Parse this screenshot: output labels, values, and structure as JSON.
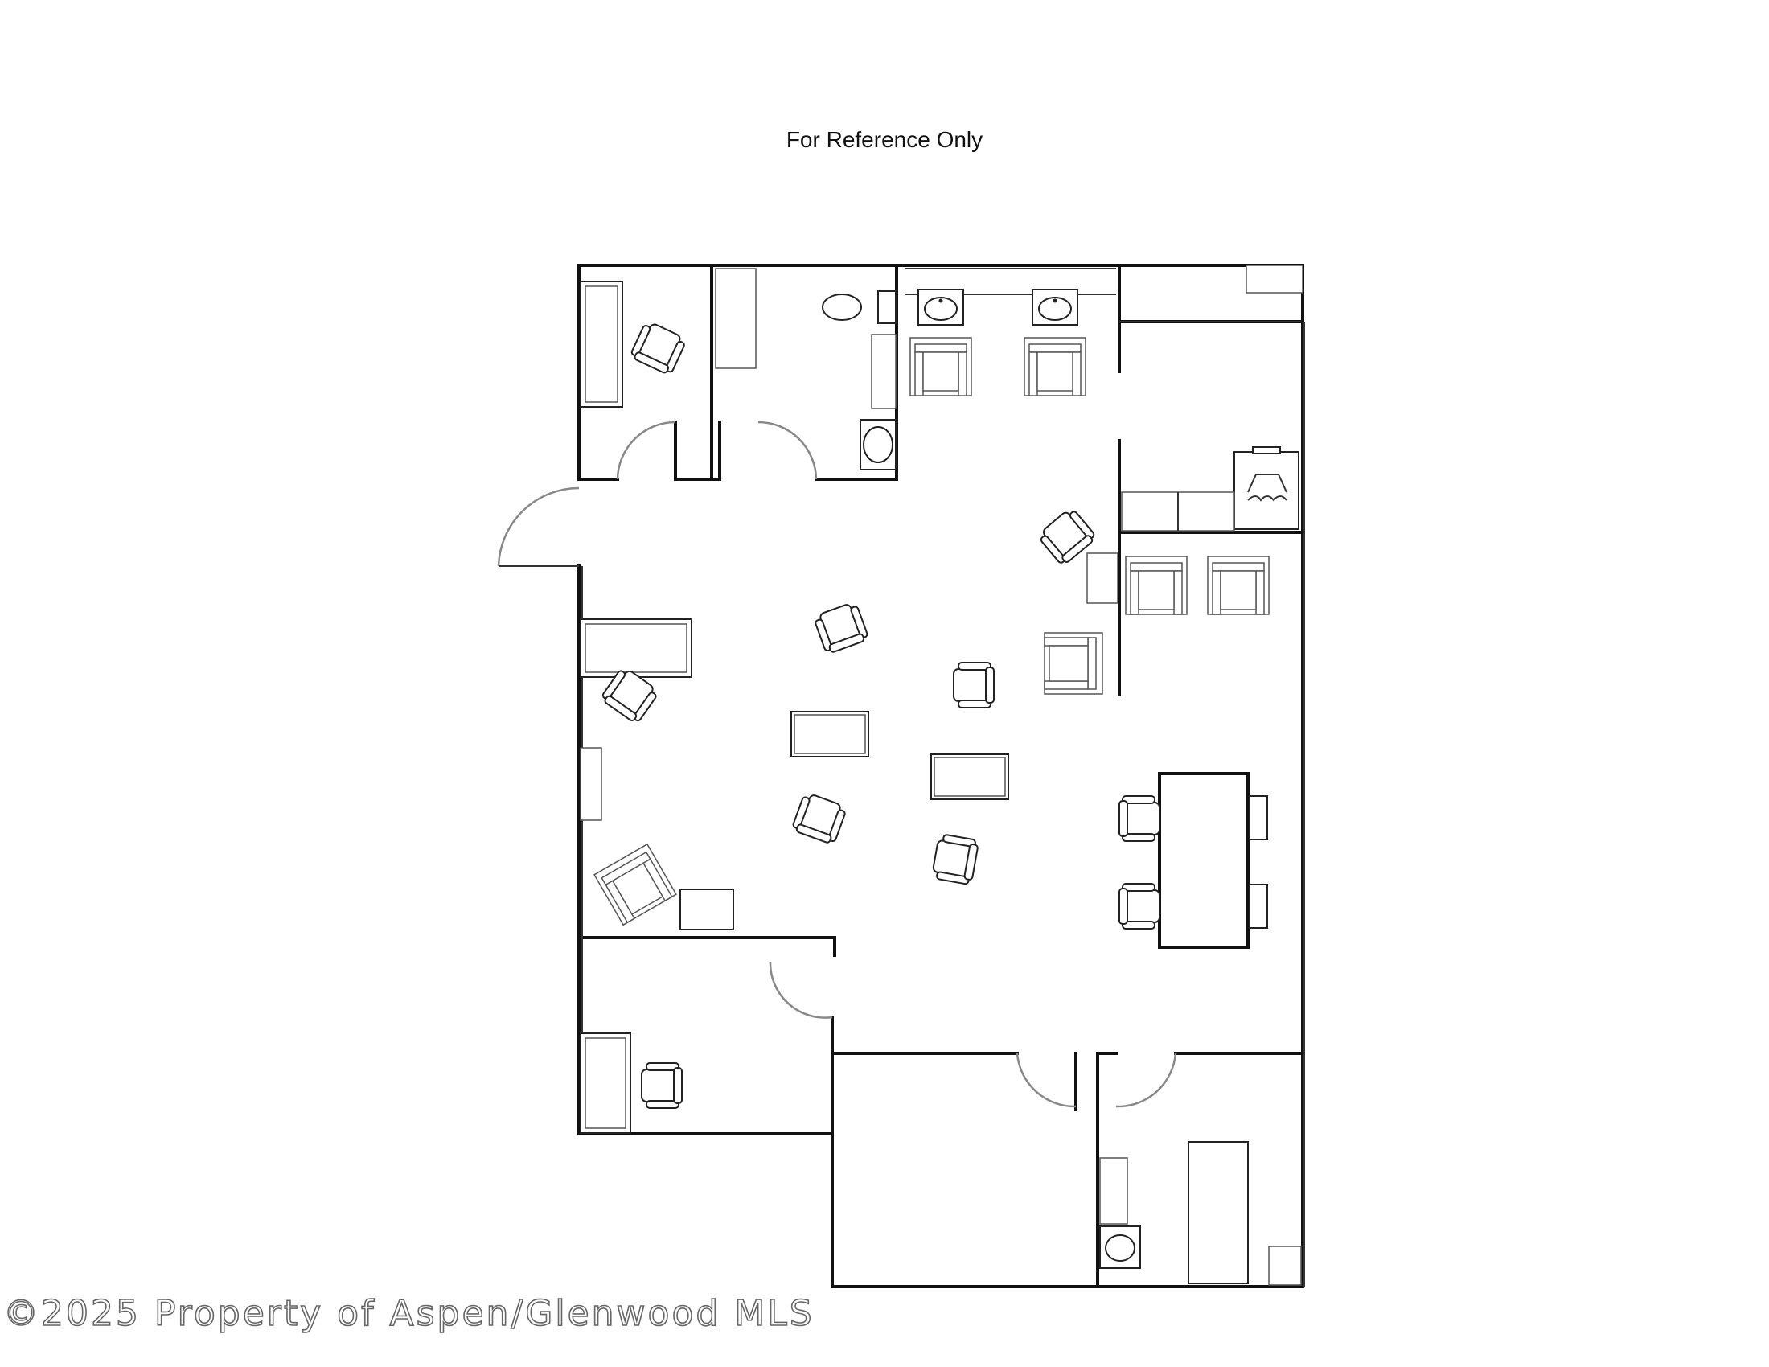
{
  "header": {
    "title": "For Reference Only"
  },
  "footer": {
    "watermark": "©2025 Property of Aspen/Glenwood MLS"
  },
  "colors": {
    "background": "#ffffff",
    "walls": "#111111",
    "door_swings": "#888888",
    "watermark": "#666666"
  },
  "plan": {
    "furniture_icons": [
      "desk",
      "office-chair",
      "toilet",
      "sink",
      "armchair",
      "fireplace",
      "coffee-table",
      "conference-table",
      "filing-cabinet",
      "counter",
      "door"
    ]
  }
}
